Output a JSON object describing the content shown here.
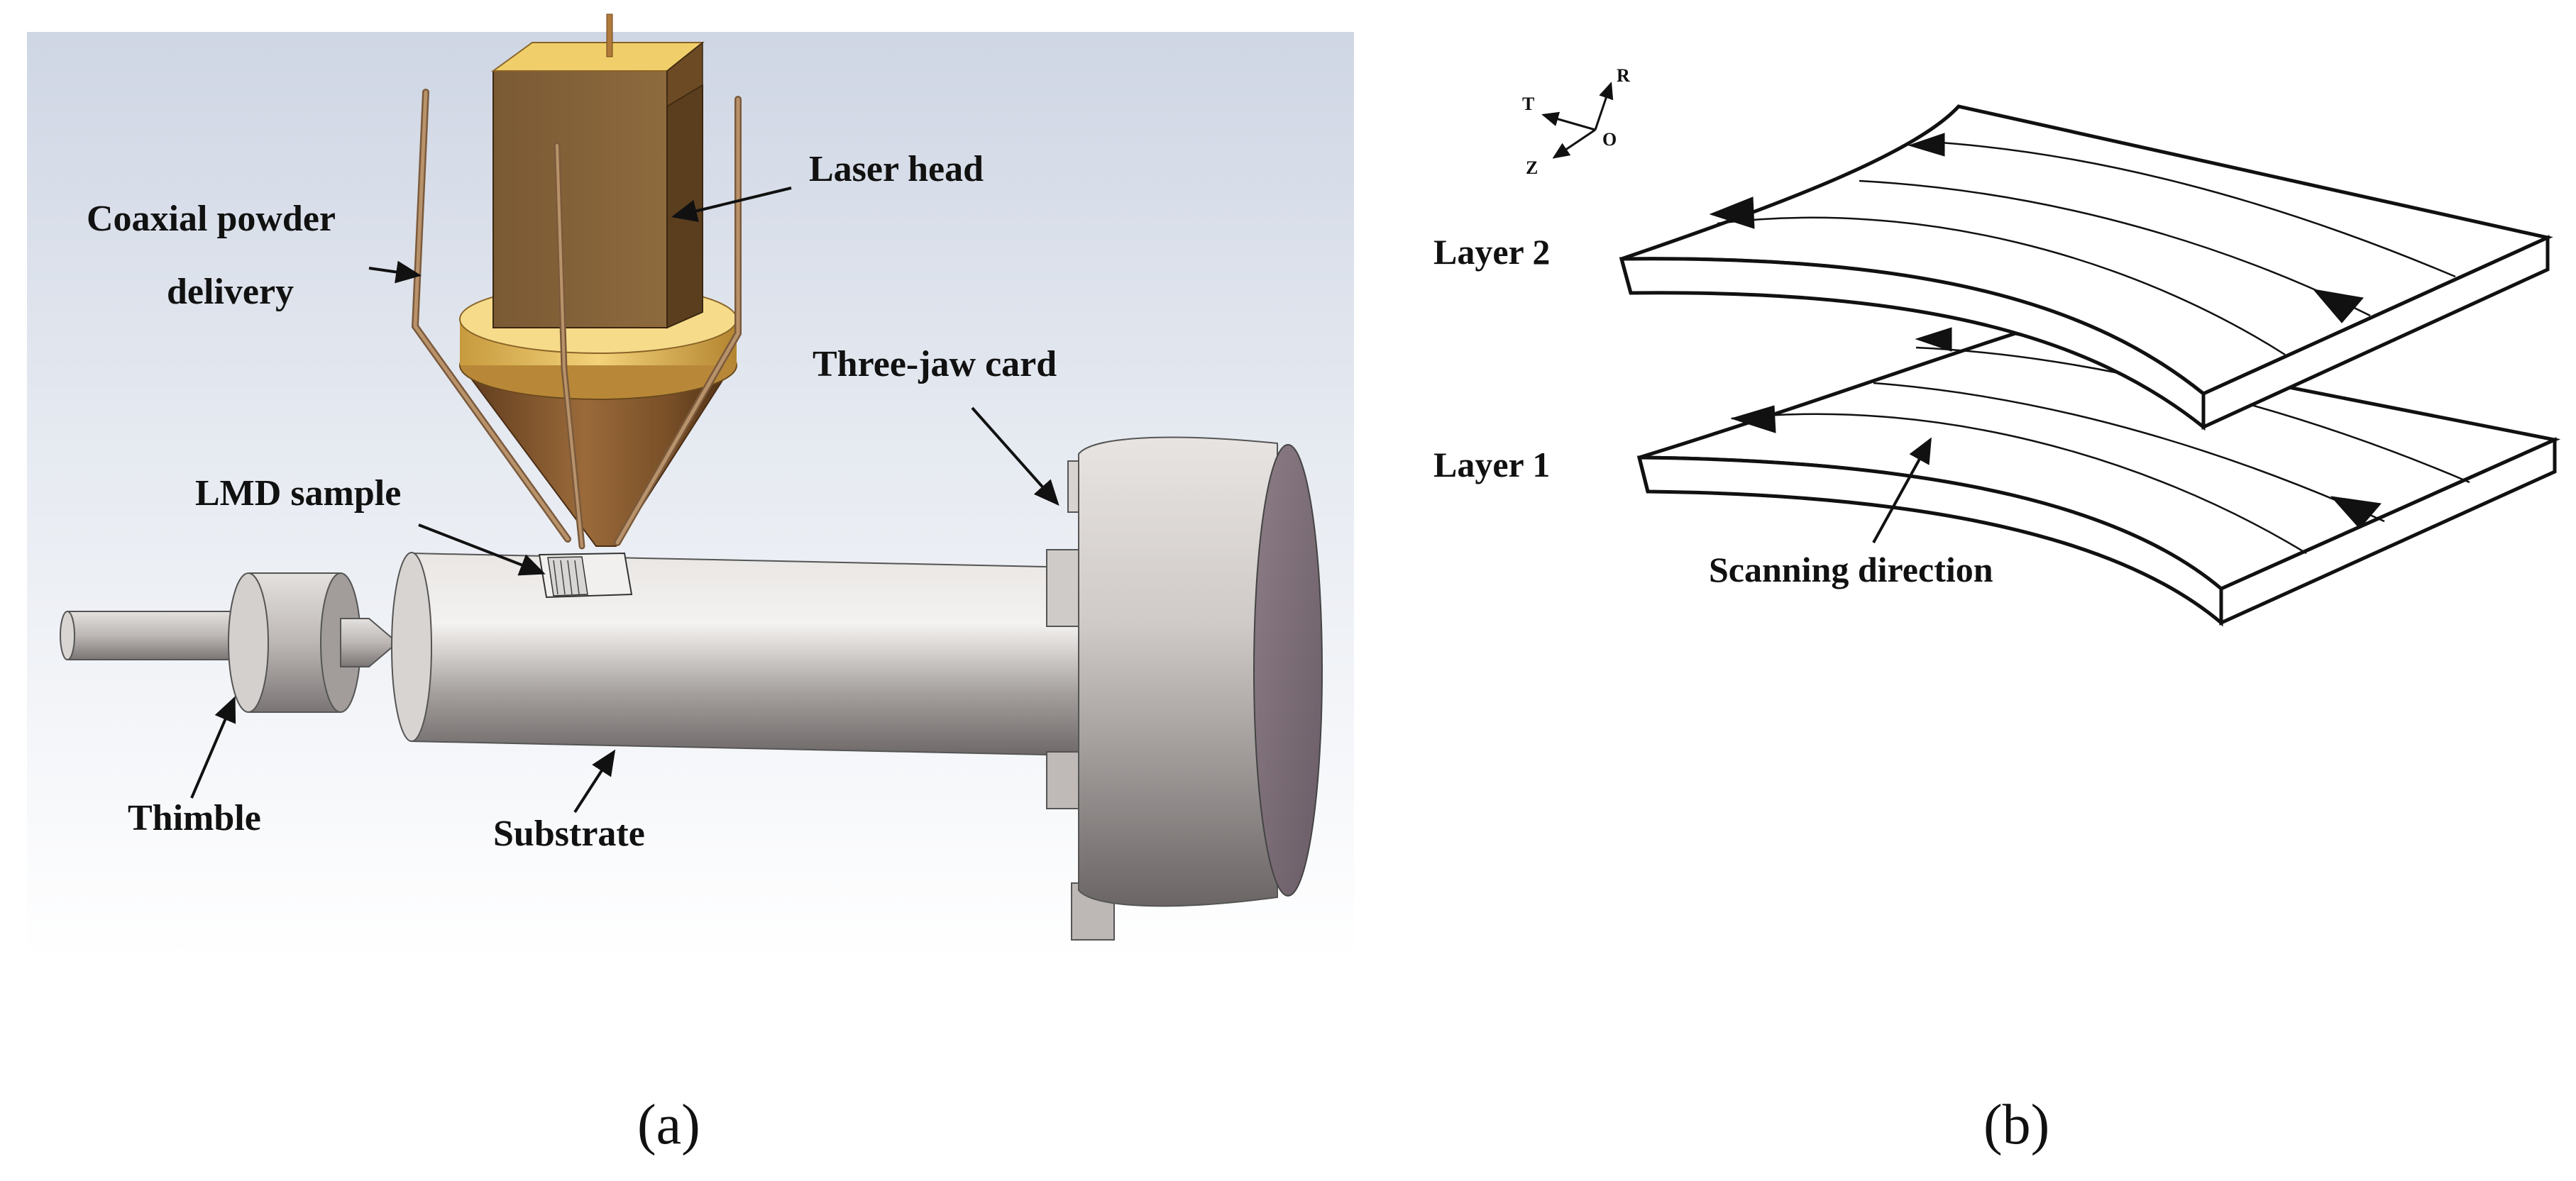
{
  "panel_a": {
    "labels": {
      "laser_head": "Laser head",
      "coaxial_powder_line1": "Coaxial powder",
      "coaxial_powder_line2": "delivery",
      "three_jaw_card": "Three-jaw card",
      "lmd_sample": "LMD sample",
      "thimble": "Thimble",
      "substrate": "Substrate"
    },
    "caption": "(a)"
  },
  "panel_b": {
    "axes": {
      "t": "T",
      "r": "R",
      "o": "O",
      "z": "Z"
    },
    "labels": {
      "layer2": "Layer 2",
      "layer1": "Layer 1",
      "scanning_direction": "Scanning direction"
    },
    "caption": "(b)"
  }
}
